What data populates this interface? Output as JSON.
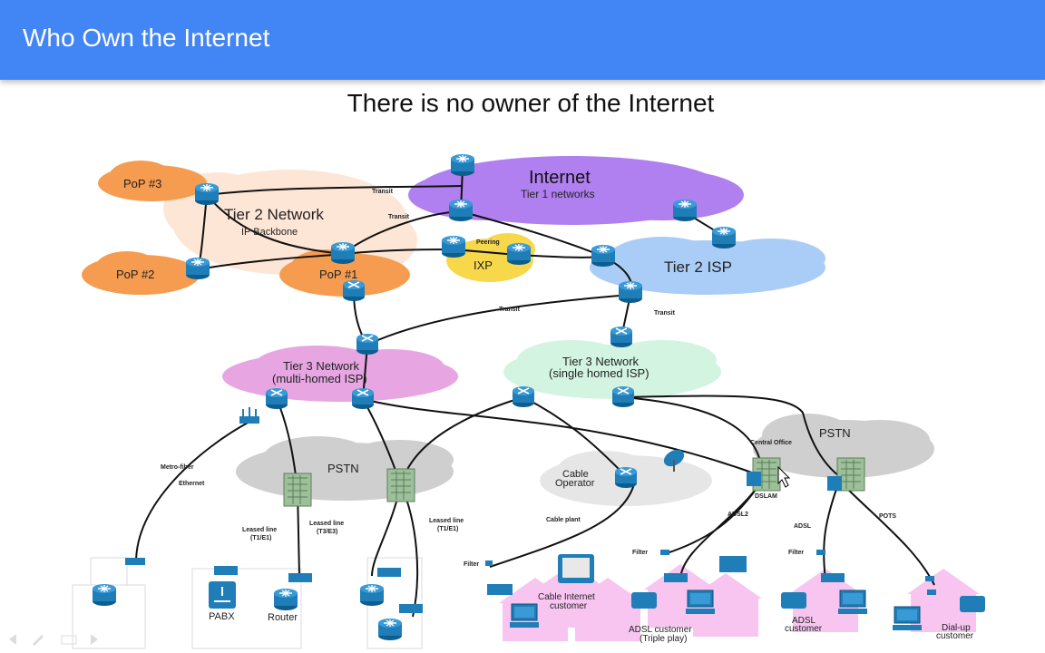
{
  "header": {
    "title": "Who Own the Internet"
  },
  "slide": {
    "subtitle": "There is no owner of the Internet"
  },
  "diagram": {
    "clouds": {
      "internet": {
        "title": "Internet",
        "subtitle": "Tier 1 networks"
      },
      "tier2_network": {
        "title": "Tier 2 Network",
        "subtitle": "IP Backbone"
      },
      "pop3": "PoP #3",
      "pop2": "PoP #2",
      "pop1": "PoP #1",
      "ixp": {
        "title": "IXP",
        "subtitle": "Peering"
      },
      "tier2_isp": "Tier 2 ISP",
      "tier3_multi": {
        "line1": "Tier 3 Network",
        "line2": "(multi-homed ISP)"
      },
      "tier3_single": {
        "line1": "Tier 3 Network",
        "line2": "(single homed ISP)"
      },
      "pstn_left": "PSTN",
      "pstn_right": "PSTN",
      "cable_operator": {
        "line1": "Cable",
        "line2": "Operator"
      }
    },
    "link_labels": {
      "transit_1": "Transit",
      "transit_2": "Transit",
      "transit_3": "Transit",
      "transit_4": "Transit",
      "metro_fiber": "Metro-fiber",
      "ethernet": "Ethernet",
      "leased_t1_left": {
        "line1": "Leased line",
        "line2": "(T1/E1)"
      },
      "leased_t3": {
        "line1": "Leased line",
        "line2": "(T3/E3)"
      },
      "leased_t1_right": {
        "line1": "Leased line",
        "line2": "(T1/E1)"
      },
      "cable_plant": "Cable plant",
      "central_office": "Central Office",
      "dslam": "DSLAM",
      "adsl2": "ADSL2",
      "adsl": "ADSL",
      "pots": "POTS",
      "filter_1": "Filter",
      "filter_2": "Filter",
      "filter_3": "Filter"
    },
    "customers": {
      "pabx": "PABX",
      "router": "Router",
      "cable_internet": {
        "line1": "Cable Internet",
        "line2": "customer"
      },
      "adsl_triple": {
        "line1": "ADSL customer",
        "line2": "(Triple play)"
      },
      "adsl": {
        "line1": "ADSL",
        "line2": "customer"
      },
      "dialup": {
        "line1": "Dial-up",
        "line2": "customer"
      }
    }
  },
  "colors": {
    "header_bg": "#4285f4",
    "internet_cloud": "#b07ff0",
    "tier2_network_cloud": "#fde6d6",
    "pop_cloud": "#f59c50",
    "ixp_cloud": "#f7d84a",
    "tier2_isp_cloud": "#a9cdf6",
    "tier3_multi_cloud": "#e7a6e2",
    "tier3_single_cloud": "#d4f4e2",
    "pstn_cloud": "#cfcfcf",
    "customer_house": "#f7c5f0",
    "device_blue": "#1f7db8"
  }
}
